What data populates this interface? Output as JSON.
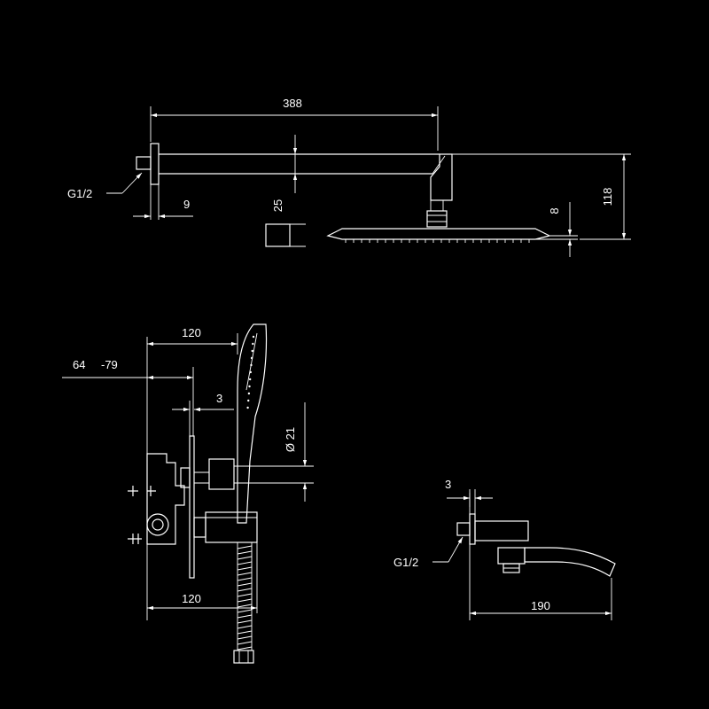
{
  "drawing": {
    "line_color": "#ffffff",
    "background": "#000000",
    "shower_arm": {
      "length": "388",
      "thread": "G1/2",
      "plate_gap": "9",
      "profile": "25",
      "head_thickness": "8",
      "height": "118"
    },
    "mixer": {
      "depth_top": "120",
      "range_a": "64",
      "range_b": "-79",
      "plate": "3",
      "diameter": "Ø 21",
      "depth_bottom": "120"
    },
    "spout": {
      "plate": "3",
      "thread": "G1/2",
      "length": "190"
    }
  }
}
